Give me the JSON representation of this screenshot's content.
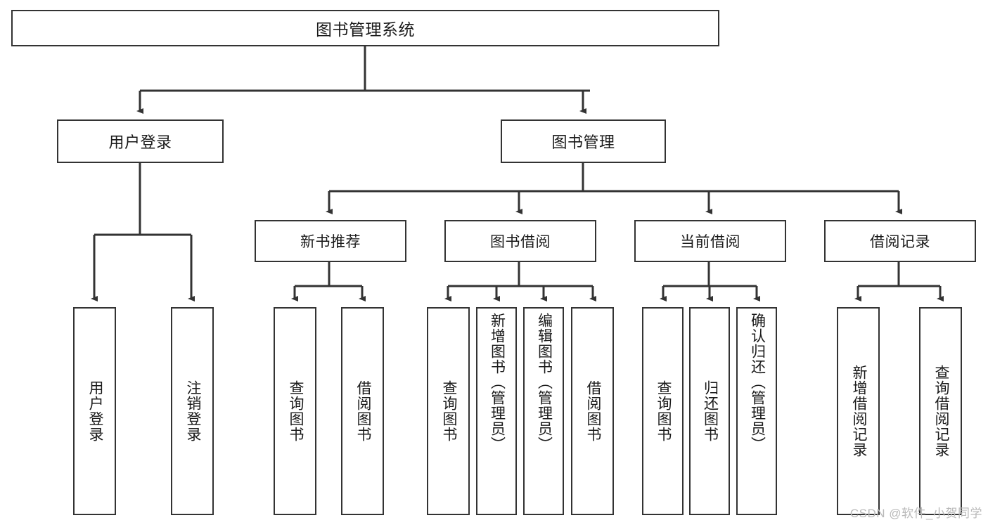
{
  "diagram": {
    "title": "图书管理系统",
    "type": "functional-structure-tree",
    "watermark": "CSDN @软件_小贺同学",
    "colors": {
      "box_border": "#333333",
      "box_fill": "#ffffff",
      "edge": "#333333",
      "text": "#1a1a1a",
      "watermark": "#b9b9b9"
    },
    "root": {
      "label": "图书管理系统"
    },
    "level2": [
      {
        "label": "用户登录"
      },
      {
        "label": "图书管理"
      }
    ],
    "level3": [
      {
        "label": "新书推荐"
      },
      {
        "label": "图书借阅"
      },
      {
        "label": "当前借阅"
      },
      {
        "label": "借阅记录"
      }
    ],
    "leaves": {
      "user_login": [
        {
          "label": "用户登录"
        },
        {
          "label": "注销登录"
        }
      ],
      "new_book": [
        {
          "label": "查询图书"
        },
        {
          "label": "借阅图书"
        }
      ],
      "book_borrow": [
        {
          "label": "查询图书"
        },
        {
          "label": "新增图书（管理员）"
        },
        {
          "label": "编辑图书（管理员）"
        },
        {
          "label": "借阅图书"
        }
      ],
      "current_borrow": [
        {
          "label": "查询图书"
        },
        {
          "label": "归还图书"
        },
        {
          "label": "确认归还（管理员）"
        }
      ],
      "borrow_records": [
        {
          "label": "新增借阅记录"
        },
        {
          "label": "查询借阅记录"
        }
      ]
    }
  }
}
